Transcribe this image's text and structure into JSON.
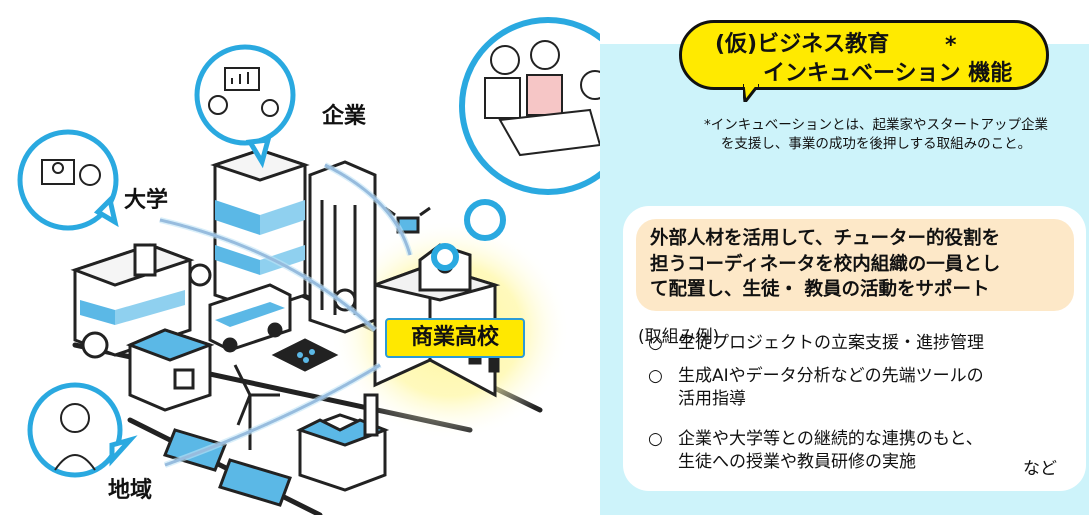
{
  "panel": {
    "title_line1": "(仮)ビジネス教育",
    "title_line2": "インキュベーション 機能",
    "title_asterisk": "*",
    "note_line1": "*インキュベーションとは、起業家やスタートアップ企業",
    "note_line2": "を支援し、事業の成功を後押しする取組みのこと。",
    "highlight_lines": [
      "外部人材を活用して、チューター的役割を",
      "担うコーディネータを校内組織の一員とし",
      "て配置し、生徒・ 教員の活動をサポート"
    ],
    "examples_title": "(取組み例)",
    "bullet_mark": "○",
    "examples": [
      {
        "line1": "生徒プロジェクトの立案支援・進捗管理"
      },
      {
        "line1": "生成AIやデータ分析などの先端ツールの",
        "line2": "活用指導"
      },
      {
        "line1": "企業や大学等との継続的な連携のもと、",
        "line2": "生徒への授業や教員研修の実施"
      }
    ],
    "examples_suffix": "など"
  },
  "labels": {
    "company": "企業",
    "university": "大学",
    "region": "地域",
    "school": "商業高校"
  },
  "colors": {
    "panel_bg": "#cdf3fa",
    "yellow": "#ffea00",
    "highlight_bg": "#fde8c8",
    "bubble_border": "#2aa9e0",
    "accent_blue": "#5bb8e6"
  }
}
